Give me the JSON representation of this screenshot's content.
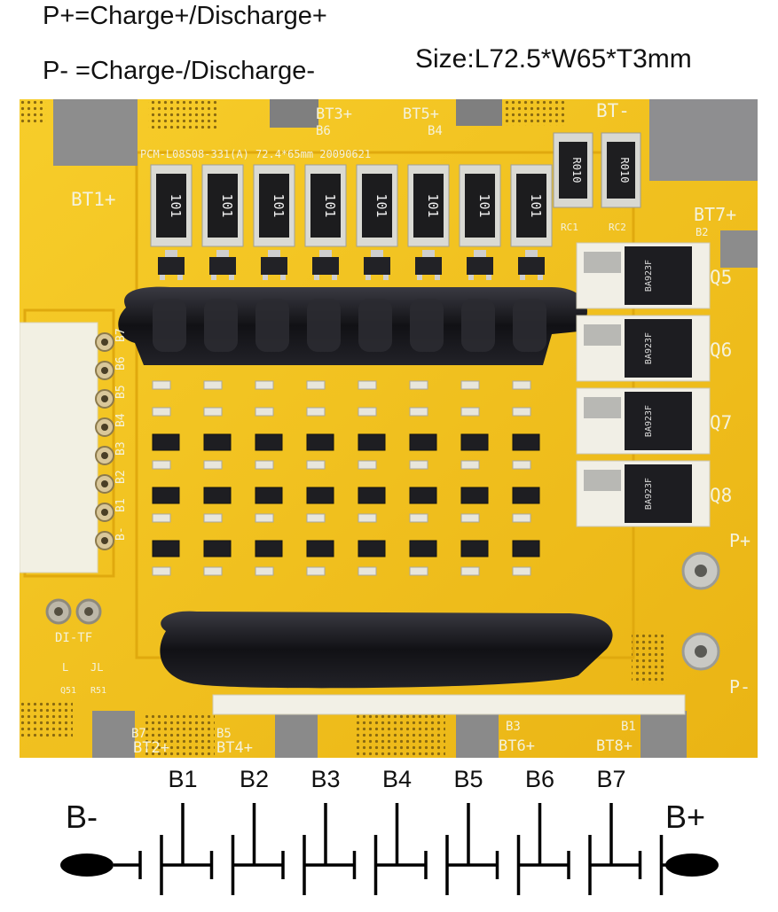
{
  "header": {
    "line1": "P+=Charge+/Discharge+",
    "line2": "P- =Charge-/Discharge-",
    "size": "Size:L72.5*W65*T3mm"
  },
  "board": {
    "part_number": "PCM-L08S08-331(A) 72.4*65mm 20090621",
    "resistor_codes": [
      "101",
      "101",
      "101",
      "101",
      "101",
      "101",
      "101",
      "101"
    ],
    "rc_codes": [
      "R010",
      "R010"
    ],
    "rc_labels": [
      "RC1",
      "RC2"
    ],
    "mosfet_codes": [
      "BA923F",
      "BA923F",
      "BA923F",
      "BA923F"
    ],
    "mosfet_labels": [
      "Q5",
      "Q6",
      "Q7",
      "Q8"
    ],
    "terminals": {
      "bt1": "BT1+",
      "bt3": "BT3+",
      "bt5": "BT5+",
      "b6": "B6",
      "b4": "B4",
      "bt_minus": "BT-",
      "bt7": "BT7+",
      "b2": "B2",
      "p_plus": "P+",
      "p_minus": "P-",
      "b7": "B7",
      "bt2": "BT2+",
      "b5": "B5",
      "bt4": "BT4+",
      "b3": "B3",
      "bt6": "BT6+",
      "b1": "B1",
      "bt8": "BT8+"
    },
    "pin_labels": [
      "B-",
      "B1",
      "B2",
      "B3",
      "B4",
      "B5",
      "B6",
      "B7"
    ],
    "misc": {
      "ditf": "DI-TF",
      "q51": "Q51",
      "r51": "R51",
      "l": "L",
      "jl": "JL"
    }
  },
  "diagram": {
    "minus_label": "B-",
    "plus_label": "B+",
    "taps": [
      "B1",
      "B2",
      "B3",
      "B4",
      "B5",
      "B6",
      "B7"
    ]
  },
  "colors": {
    "pcb": "#f3c21c",
    "potting": "#16161a",
    "pad": "#9a9a9a",
    "ink": "#111111"
  }
}
